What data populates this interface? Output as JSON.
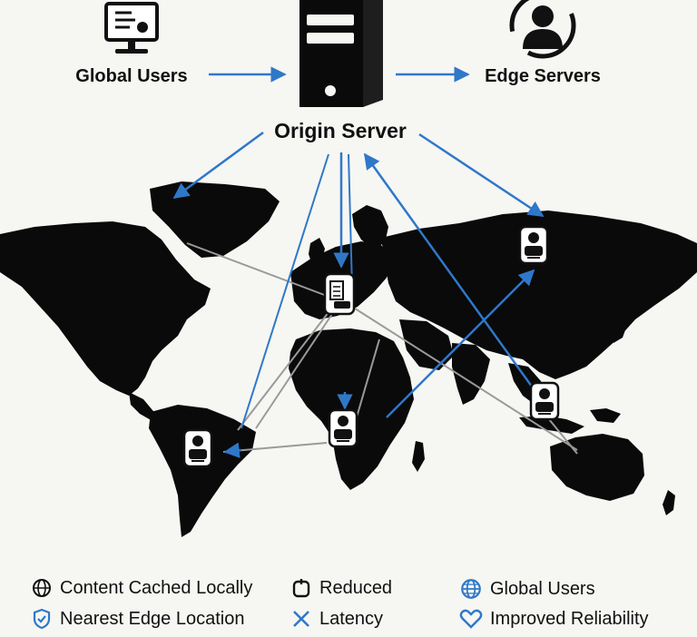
{
  "nodes": {
    "global_users": "Global Users",
    "edge_servers": "Edge Servers",
    "origin_server": "Origin Server"
  },
  "legend": {
    "content_cached": "Content Cached Locally",
    "reduced": "Reduced",
    "global_users": "Global Users",
    "nearest_edge": "Nearest Edge Location",
    "latency": "Latency",
    "improved_reliability": "Improved Reliability"
  },
  "colors": {
    "accent": "#2f78c8",
    "land": "#0a0a0a",
    "gray_link": "#9a9a9a",
    "background": "#f6f6f3"
  }
}
